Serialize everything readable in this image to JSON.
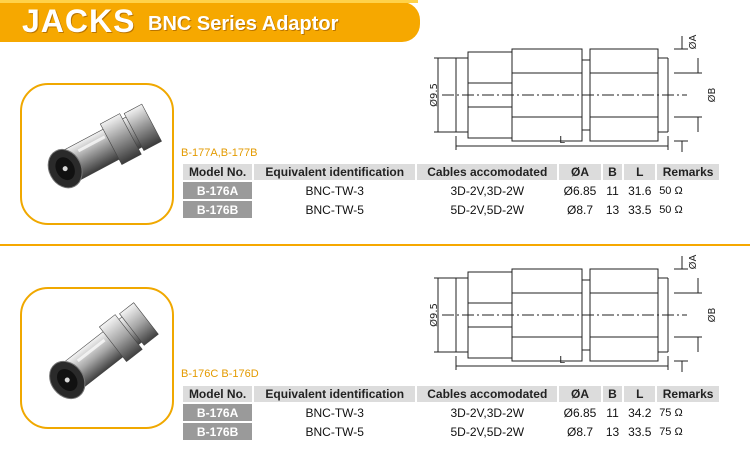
{
  "header": {
    "brand": "JACKS",
    "subtitle": "BNC Series Adaptor"
  },
  "columns": [
    "Model No.",
    "Equivalent identification",
    "Cables accomodated",
    "ØA",
    "B",
    "L",
    "Remarks"
  ],
  "drawing_labels": {
    "dia": "Ø9.5",
    "a": "ØA",
    "b": "ØB",
    "l": "L"
  },
  "products": [
    {
      "series": "B-177A,B-177B",
      "rows": [
        {
          "model": "B-176A",
          "equiv": "BNC-TW-3",
          "cables": "3D-2V,3D-2W",
          "a": "Ø6.85",
          "b": "11",
          "l": "31.6",
          "remarks": "50 Ω"
        },
        {
          "model": "B-176B",
          "equiv": "BNC-TW-5",
          "cables": "5D-2V,5D-2W",
          "a": "Ø8.7",
          "b": "13",
          "l": "33.5",
          "remarks": "50 Ω"
        }
      ]
    },
    {
      "series": "B-176C B-176D",
      "rows": [
        {
          "model": "B-176A",
          "equiv": "BNC-TW-3",
          "cables": "3D-2V,3D-2W",
          "a": "Ø6.85",
          "b": "11",
          "l": "34.2",
          "remarks": "75 Ω"
        },
        {
          "model": "B-176B",
          "equiv": "BNC-TW-5",
          "cables": "5D-2V,5D-2W",
          "a": "Ø8.7",
          "b": "13",
          "l": "33.5",
          "remarks": "75 Ω"
        }
      ]
    }
  ]
}
